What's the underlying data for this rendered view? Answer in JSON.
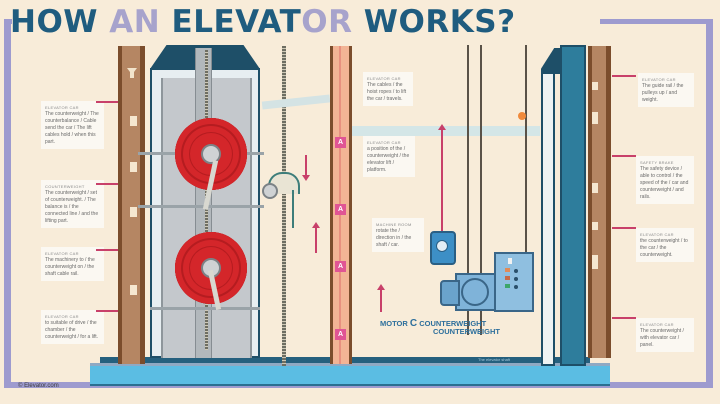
{
  "title": {
    "part1": "HOW ",
    "part2": "AN ",
    "part3": "ELEVAT",
    "part4": "OR ",
    "part5": "WORKS?"
  },
  "colors": {
    "background": "#f8ecd9",
    "title_blue": "#1f5c7f",
    "title_lavender": "#a7a3cc",
    "frame": "#9e9bcf",
    "wheel_red": "#d4262a",
    "shaft_teal": "#2e7d9c",
    "base_blue": "#5bbde3",
    "pointer_pink": "#c8406a",
    "motor_blue": "#7fb3d9"
  },
  "left_notes": [
    {
      "heading": "ELEVATOR CAR",
      "body": "The counterweight / The counterbalance / Cable send the car / The lift cables hold / when this part."
    },
    {
      "heading": "COUNTERWEIGHT",
      "body": "The counterweight / set of counterweight. / The balance is / the connected line / and the lifting part."
    },
    {
      "heading": "ELEVATOR CAR",
      "body": "The machinery to / the counterweight on / the shaft cable rail."
    },
    {
      "heading": "ELEVATOR CAR",
      "body": "to suitable of drive / the chamber / the counterweight / for a lift."
    }
  ],
  "center_notes": [
    {
      "heading": "ELEVATOR CAR",
      "body": "The cables / the hoist ropes / to lift the car / travels."
    },
    {
      "heading": "ELEVATOR CAR",
      "body": "a position of the / counterweight / the elevator lift / platform."
    },
    {
      "heading": "MACHINE ROOM",
      "body": "rotate the / direction in / the shaft / car."
    }
  ],
  "right_notes": [
    {
      "heading": "ELEVATOR CAR",
      "body": "The guide rail / the pulleys up / and weight."
    },
    {
      "heading": "SAFETY BRAKE",
      "body": "The safety device / able to control / the speed of the / car and counterweight / and rails."
    },
    {
      "heading": "ELEVATOR CAR",
      "body": "the counterweight / to the car / the counterweight."
    },
    {
      "heading": "ELEVATOR CAR",
      "body": "The counterweight / with elevator car / panel."
    }
  ],
  "motor_label": {
    "motor": "MOTOR",
    "icon": "C",
    "counterweight1": "COUNTERWEIGHT",
    "counterweight2": "COUNTERWEIGHT"
  },
  "rail_badge": "A",
  "base_caption": "The elevator shaft",
  "credit": "© Elevator.com"
}
